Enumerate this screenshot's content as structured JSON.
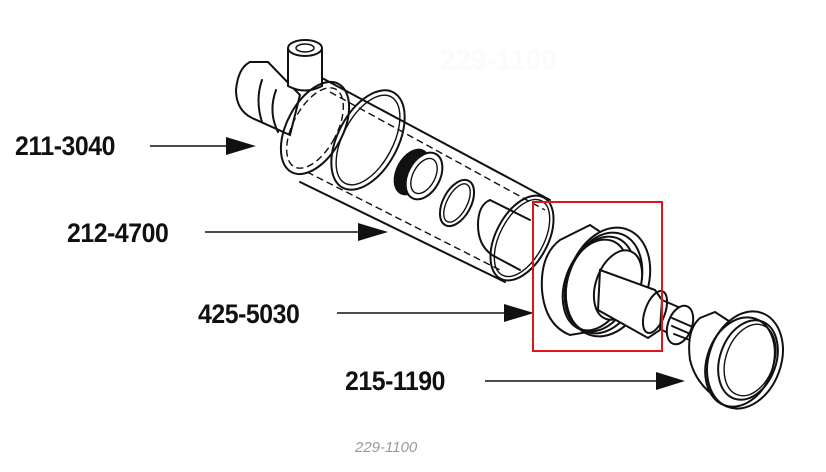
{
  "diagram": {
    "type": "exploded-parts-diagram",
    "assembly_number": "229-1100",
    "watermark_text": "229-1100",
    "parts": [
      {
        "part_number": "211-3040",
        "pointer": "arrow-right",
        "target": "end cap with side port"
      },
      {
        "part_number": "212-4700",
        "pointer": "arrow-right",
        "target": "clear tube body"
      },
      {
        "part_number": "425-5030",
        "pointer": "arrow-right",
        "target": "threaded adapter (highlighted)"
      },
      {
        "part_number": "215-1190",
        "pointer": "arrow-right",
        "target": "flanged end fitting"
      }
    ],
    "highlight": {
      "part_number": "425-5030",
      "color": "#e0151b",
      "shape": "rectangle"
    }
  },
  "colors": {
    "label_text": "#111111",
    "caption_text": "#9a9a9a",
    "highlight_border": "#e0151b",
    "background": "#ffffff"
  }
}
